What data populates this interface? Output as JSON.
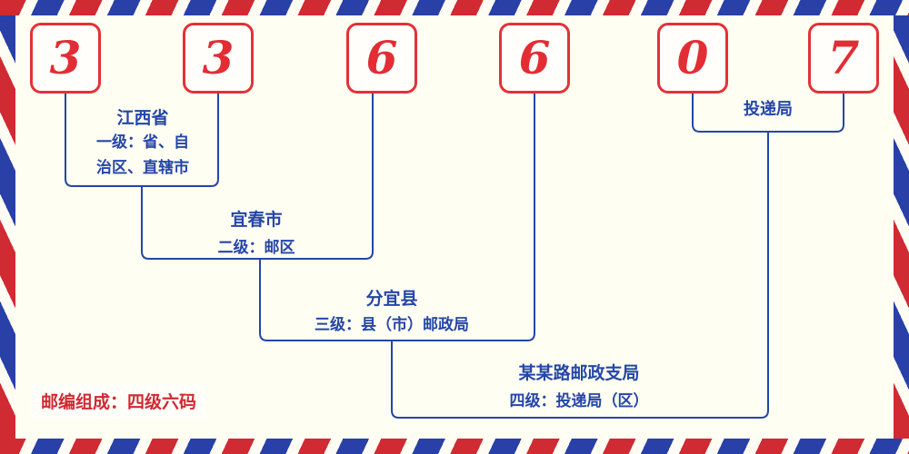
{
  "postal_code": {
    "digits": [
      "3",
      "3",
      "6",
      "6",
      "0",
      "7"
    ]
  },
  "levels": [
    {
      "name": "江西省",
      "desc": "一级：省、自治区、直辖市"
    },
    {
      "name": "宜春市",
      "desc": "二级：邮区"
    },
    {
      "name": "分宜县",
      "desc": "三级：县（市）邮政局"
    },
    {
      "name": "某某路邮政支局",
      "desc": "四级：投递局（区）"
    }
  ],
  "delivery_label": "投递局",
  "footer_note": "邮编组成：四级六码",
  "colors": {
    "digit_red": "#e22d35",
    "stripe_red": "#d02a33",
    "stripe_blue": "#2840a8",
    "label_blue": "#2546a8",
    "background": "#fffef2"
  }
}
